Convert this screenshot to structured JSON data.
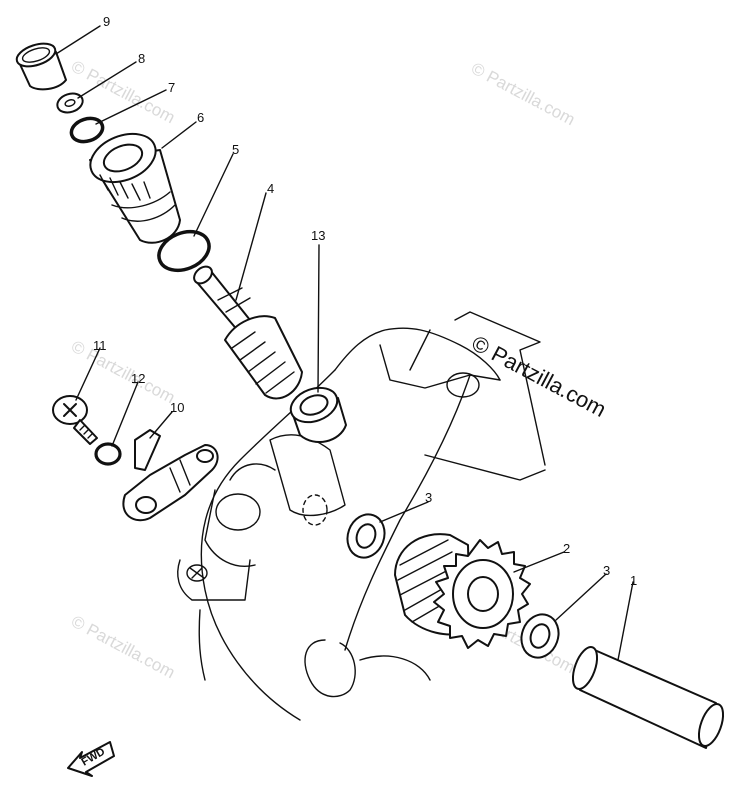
{
  "diagram": {
    "callouts": [
      {
        "id": "c9",
        "label": "9"
      },
      {
        "id": "c8",
        "label": "8"
      },
      {
        "id": "c7",
        "label": "7"
      },
      {
        "id": "c6",
        "label": "6"
      },
      {
        "id": "c5",
        "label": "5"
      },
      {
        "id": "c4",
        "label": "4"
      },
      {
        "id": "c13",
        "label": "13"
      },
      {
        "id": "c11",
        "label": "11"
      },
      {
        "id": "c12",
        "label": "12"
      },
      {
        "id": "c10",
        "label": "10"
      },
      {
        "id": "c3a",
        "label": "3"
      },
      {
        "id": "c2",
        "label": "2"
      },
      {
        "id": "c3b",
        "label": "3"
      },
      {
        "id": "c1",
        "label": "1"
      }
    ],
    "watermark_main": "© Partzilla.com",
    "watermark_faint": "© Partzilla.com",
    "direction_label": "FWD"
  }
}
